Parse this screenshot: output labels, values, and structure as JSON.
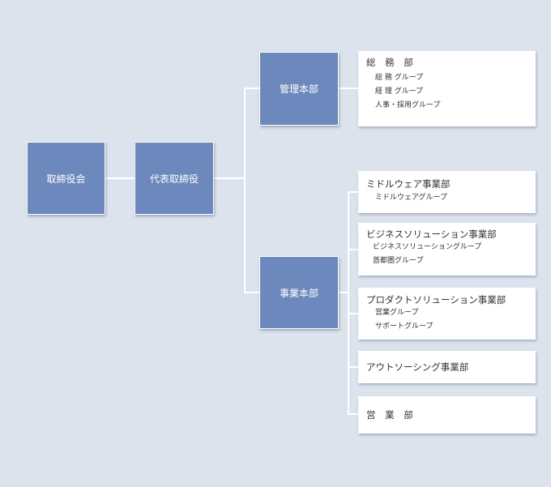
{
  "board": {
    "label": "取締役会"
  },
  "ceo": {
    "label": "代表取締役"
  },
  "divisions": [
    {
      "label": "管理本部"
    },
    {
      "label": "事業本部"
    }
  ],
  "departments": [
    {
      "name": "総 務 部",
      "groups": [
        "総 務 グループ",
        "経 理 グループ",
        "人事・採用グループ"
      ]
    },
    {
      "name": "ミドルウェア事業部",
      "groups": [
        "ミドルウェアグループ"
      ]
    },
    {
      "name": "ビジネスソリューション事業部",
      "groups": [
        "ビジネスソリューショングループ",
        "首都圏グループ"
      ]
    },
    {
      "name": "プロダクトソリューション事業部",
      "groups": [
        "営業グループ",
        "サポートグループ"
      ]
    },
    {
      "name": "アウトソーシング事業部",
      "groups": []
    },
    {
      "name": "営 業 部",
      "groups": []
    }
  ],
  "colors": {
    "background": "#dce3ec",
    "node": "#6c88bc",
    "connector": "#ffffff"
  }
}
